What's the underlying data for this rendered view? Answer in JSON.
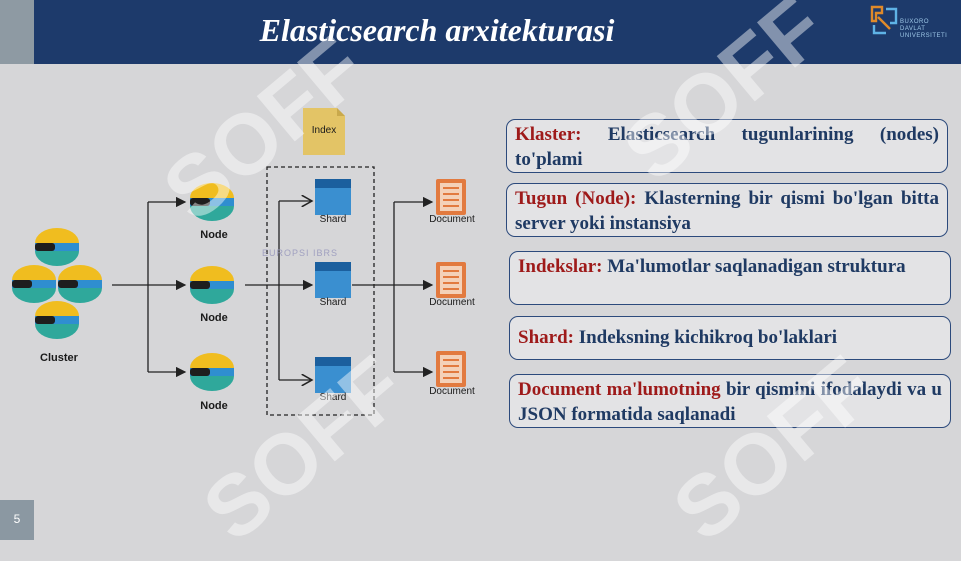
{
  "slide": {
    "title": "Elasticsearch arxitekturasi",
    "page_number": "5"
  },
  "logo": {
    "icon": "university-logo-icon",
    "lines": [
      "BUXORO",
      "DAVLAT",
      "UNIVERSITETI"
    ]
  },
  "diagram": {
    "cluster_label": "Cluster",
    "node_label": "Node",
    "index_label": "Index",
    "shard_label": "Shard",
    "document_label": "Document",
    "faded_text": "EUROPSI  IBRS"
  },
  "definitions": [
    {
      "term": "Klaster:",
      "text": " Elasticsearch tugunlarining (nodes) to'plami"
    },
    {
      "term": "Tugun (Node):",
      "text": " Klasterning bir qismi bo'lgan bitta server yoki instansiya"
    },
    {
      "term": "Indekslar:",
      "text": " Ma'lumotlar saqlanadigan struktura"
    },
    {
      "term": "Shard:",
      "text": " Indeksning kichikroq bo'laklari"
    },
    {
      "term": "Document ma'lumotning",
      "text": " bir qismini ifodalaydi va u JSON formatida saqlanadi"
    }
  ],
  "watermark_text": "SOFF",
  "colors": {
    "header": "#1d3a6b",
    "term": "#9e1a1a",
    "text": "#1f3a63",
    "elastic_yellow": "#f0bd1f",
    "elastic_teal": "#2fa89b",
    "elastic_blue": "#2f8ed0",
    "shard_blue": "#2a7dc2",
    "document_orange": "#e27a3f",
    "index_yellow": "#e3c466"
  }
}
